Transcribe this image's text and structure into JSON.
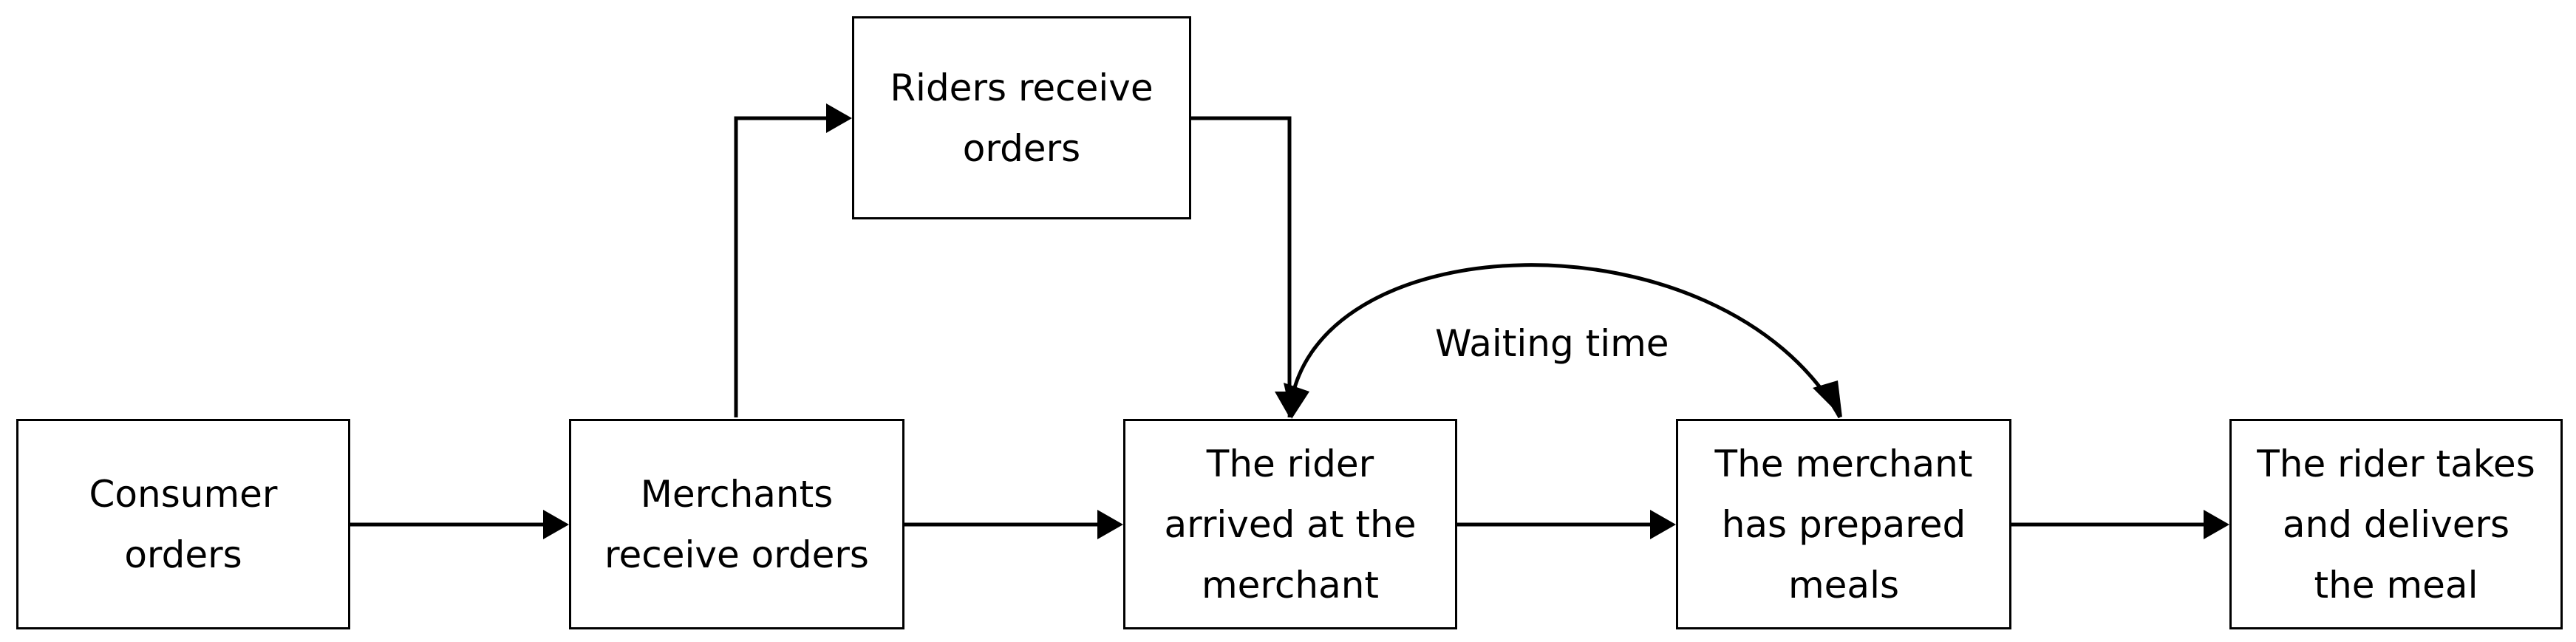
{
  "diagram": {
    "nodes": {
      "consumer_orders": {
        "label": "Consumer\norders"
      },
      "merchants_receive_orders": {
        "label": "Merchants\nreceive orders"
      },
      "riders_receive_orders": {
        "label": "Riders receive\norders"
      },
      "rider_arrived": {
        "label": "The rider\narrived at the\nmerchant"
      },
      "merchant_prepared": {
        "label": "The merchant\nhas prepared\nmeals"
      },
      "rider_delivers": {
        "label": "The rider takes\nand delivers\nthe meal"
      }
    },
    "edges": [
      {
        "from": "consumer_orders",
        "to": "merchants_receive_orders"
      },
      {
        "from": "merchants_receive_orders",
        "to": "riders_receive_orders"
      },
      {
        "from": "riders_receive_orders",
        "to": "rider_arrived"
      },
      {
        "from": "merchants_receive_orders",
        "to": "rider_arrived"
      },
      {
        "from": "rider_arrived",
        "to": "merchant_prepared"
      },
      {
        "from": "merchant_prepared",
        "to": "rider_delivers"
      },
      {
        "from": "rider_arrived",
        "to": "merchant_prepared",
        "label": "Waiting time"
      }
    ],
    "waiting_label": "Waiting time",
    "colors": {
      "line": "#000000",
      "box_border": "#000000",
      "background": "#ffffff"
    }
  }
}
